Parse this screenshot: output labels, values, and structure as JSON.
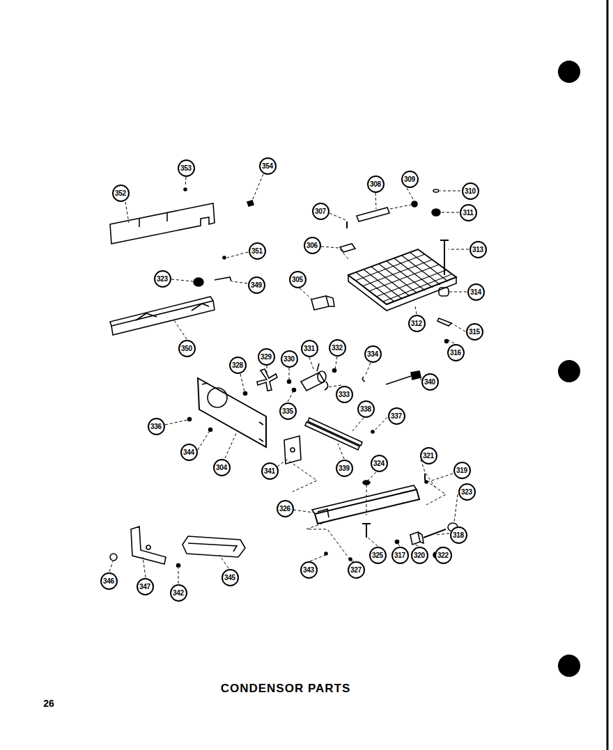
{
  "diagram": {
    "caption": "CONDENSOR PARTS",
    "labels": [
      "353",
      "354",
      "352",
      "308",
      "309",
      "310",
      "311",
      "307",
      "306",
      "351",
      "313",
      "323",
      "349",
      "305",
      "314",
      "312",
      "315",
      "350",
      "316",
      "331",
      "332",
      "329",
      "330",
      "334",
      "328",
      "340",
      "333",
      "335",
      "338",
      "337",
      "336",
      "344",
      "321",
      "324",
      "319",
      "304",
      "341",
      "339",
      "323",
      "326",
      "318",
      "325",
      "317",
      "320",
      "322",
      "327",
      "343",
      "345",
      "346",
      "347",
      "342",
      "26"
    ]
  }
}
